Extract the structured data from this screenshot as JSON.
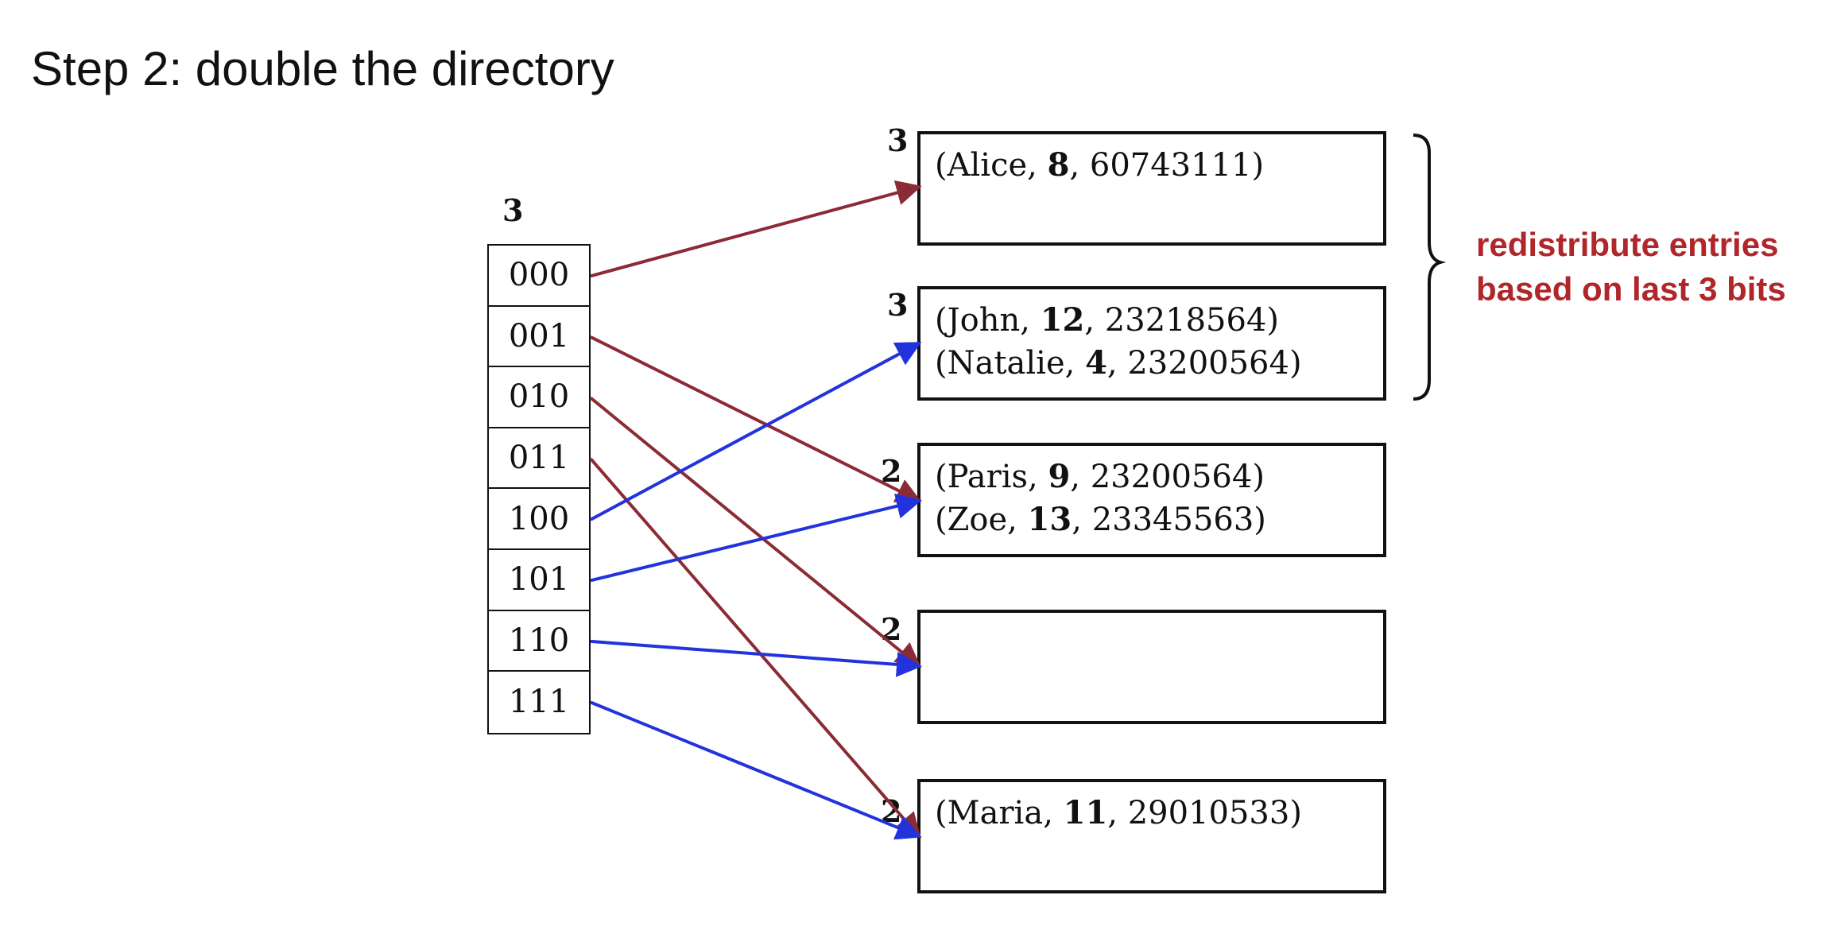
{
  "title": "Step 2: double the directory",
  "directory": {
    "global_depth": "3",
    "slots": [
      "000",
      "001",
      "010",
      "011",
      "100",
      "101",
      "110",
      "111"
    ]
  },
  "buckets": [
    {
      "local_depth": "3",
      "entries": [
        {
          "name": "Alice",
          "key": "8",
          "value": "60743111"
        }
      ]
    },
    {
      "local_depth": "3",
      "entries": [
        {
          "name": "John",
          "key": "12",
          "value": "23218564"
        },
        {
          "name": "Natalie",
          "key": "4",
          "value": "23200564"
        }
      ]
    },
    {
      "local_depth": "2",
      "entries": [
        {
          "name": "Paris",
          "key": "9",
          "value": "23200564"
        },
        {
          "name": "Zoe",
          "key": "13",
          "value": "23345563"
        }
      ]
    },
    {
      "local_depth": "2",
      "entries": []
    },
    {
      "local_depth": "2",
      "entries": [
        {
          "name": "Maria",
          "key": "11",
          "value": "29010533"
        }
      ]
    }
  ],
  "pointers": [
    {
      "from": "000",
      "to_bucket": 0,
      "color": "#8b2b35"
    },
    {
      "from": "001",
      "to_bucket": 2,
      "color": "#8b2b35"
    },
    {
      "from": "010",
      "to_bucket": 3,
      "color": "#8b2b35"
    },
    {
      "from": "011",
      "to_bucket": 4,
      "color": "#8b2b35"
    },
    {
      "from": "100",
      "to_bucket": 1,
      "color": "#2233dd"
    },
    {
      "from": "101",
      "to_bucket": 2,
      "color": "#2233dd"
    },
    {
      "from": "110",
      "to_bucket": 3,
      "color": "#2233dd"
    },
    {
      "from": "111",
      "to_bucket": 4,
      "color": "#2233dd"
    }
  ],
  "annotation": {
    "line1": "redistribute entries",
    "line2": "based on last 3 bits",
    "color": "#b0262a"
  }
}
